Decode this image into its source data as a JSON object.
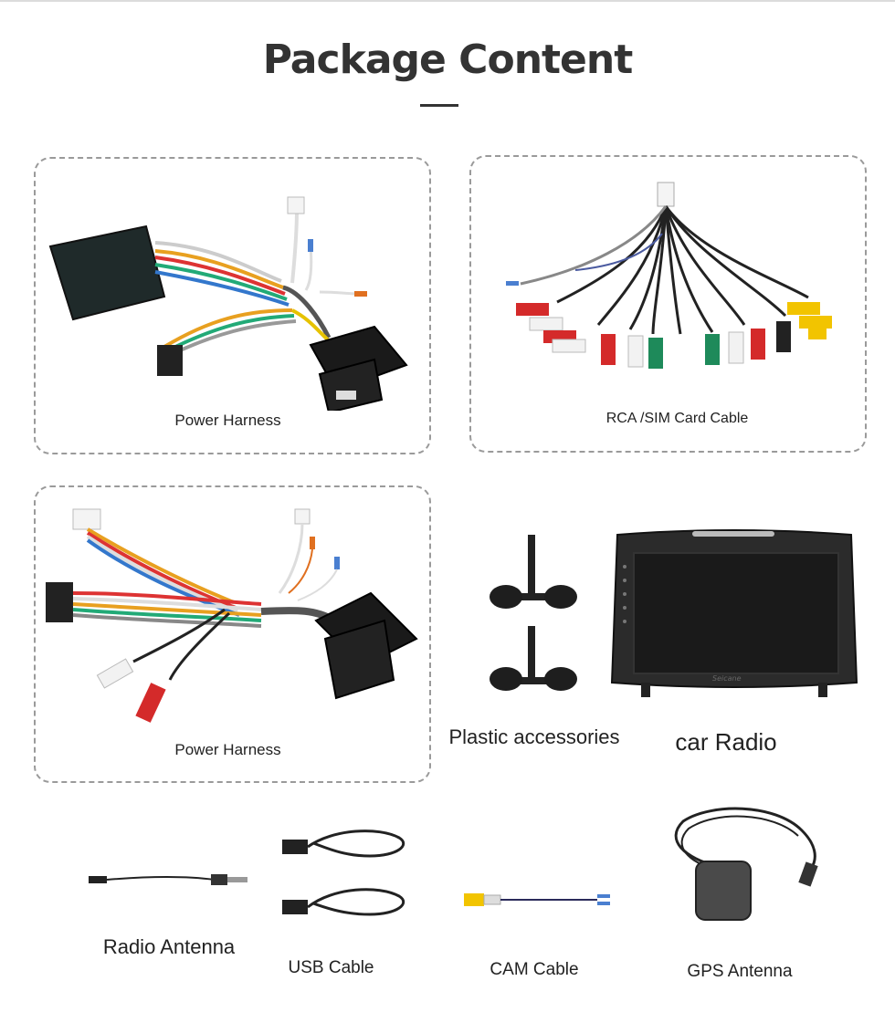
{
  "page": {
    "title": "Package Content"
  },
  "items": [
    {
      "label": "Power Harness"
    },
    {
      "label": "RCA /SIM Card Cable"
    },
    {
      "label": "Power Harness"
    },
    {
      "label": "Plastic accessories"
    },
    {
      "label": "car Radio"
    },
    {
      "label": "Radio Antenna"
    },
    {
      "label": "USB Cable"
    },
    {
      "label": "CAM Cable"
    },
    {
      "label": "GPS Antenna"
    }
  ],
  "device": {
    "brand_text": "Seicane"
  },
  "colors": {
    "title": "#333333",
    "border": "#9a9a9a",
    "rca_red": "#d42a2a",
    "rca_white": "#f2f2f2",
    "rca_yellow": "#f2c400",
    "rca_green": "#1e8a5a"
  }
}
